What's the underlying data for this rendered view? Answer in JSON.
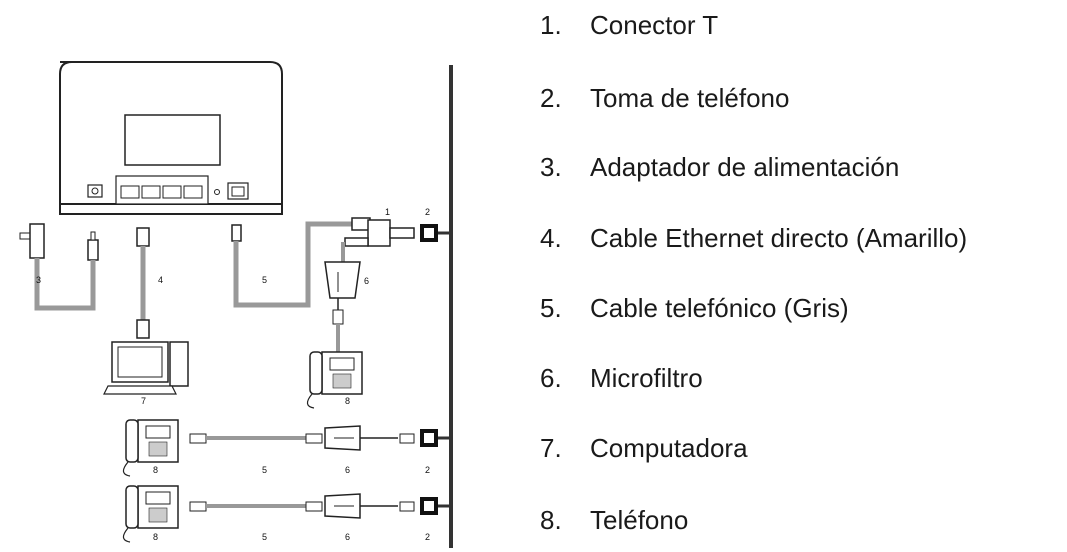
{
  "legend": [
    {
      "number": "1.",
      "text": "Conector T"
    },
    {
      "number": "2.",
      "text": "Toma de teléfono"
    },
    {
      "number": "3.",
      "text": "Adaptador de alimentación"
    },
    {
      "number": "4.",
      "text": "Cable Ethernet directo (Amarillo)"
    },
    {
      "number": "5.",
      "text": "Cable telefónico (Gris)"
    },
    {
      "number": "6.",
      "text": "Microfiltro"
    },
    {
      "number": "7.",
      "text": "Computadora"
    },
    {
      "number": "8.",
      "text": "Teléfono"
    }
  ],
  "diagram_labels": {
    "t_connector": "1",
    "wall_jack": "2",
    "power_adapter": "3",
    "ethernet_cable": "4",
    "phone_cable": "5",
    "microfilter": "6",
    "computer": "7",
    "telephone": "8"
  }
}
